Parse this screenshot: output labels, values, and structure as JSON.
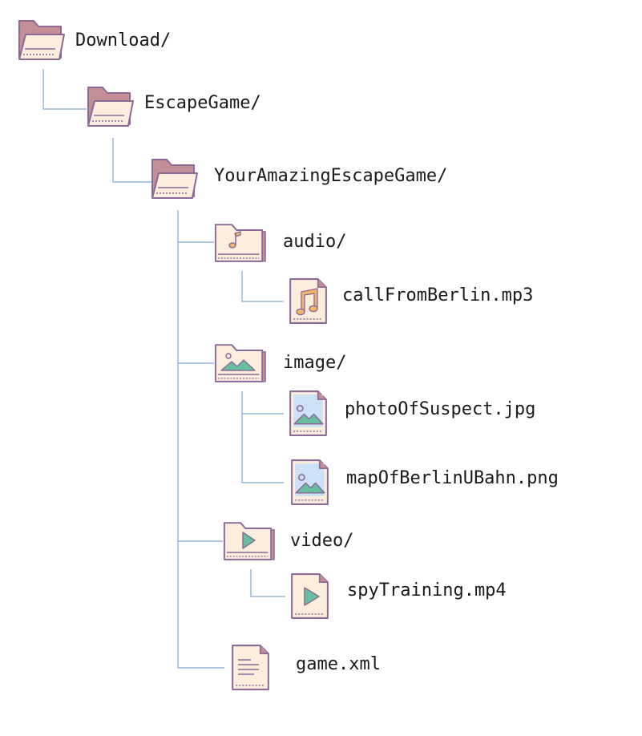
{
  "tree": {
    "download": {
      "label": "Download/",
      "icon": "folder-open-icon"
    },
    "escape_game": {
      "label": "EscapeGame/",
      "icon": "folder-open-icon"
    },
    "your_amazing": {
      "label": "YourAmazingEscapeGame/",
      "icon": "folder-open-icon"
    },
    "audio": {
      "label": "audio/",
      "icon": "folder-music-icon"
    },
    "call_from_berlin": {
      "label": "callFromBerlin.mp3",
      "icon": "music-file-icon"
    },
    "image": {
      "label": "image/",
      "icon": "folder-image-icon"
    },
    "photo_of_suspect": {
      "label": "photoOfSuspect.jpg",
      "icon": "image-file-icon"
    },
    "map_of_berlin": {
      "label": "mapOfBerlinUBahn.png",
      "icon": "image-file-icon"
    },
    "video": {
      "label": "video/",
      "icon": "folder-video-icon"
    },
    "spy_training": {
      "label": "spyTraining.mp4",
      "icon": "video-file-icon"
    },
    "game_xml": {
      "label": "game.xml",
      "icon": "document-file-icon"
    }
  },
  "colors": {
    "connector": "#7fa8d4",
    "folder_back": "#c48e97",
    "folder_front": "#fbeedd",
    "outline": "#8b6a9a",
    "accent_gold": "#f2b766",
    "accent_green": "#66c0a0",
    "image_bg": "#cde1f6",
    "text": "#1a1a1a"
  }
}
